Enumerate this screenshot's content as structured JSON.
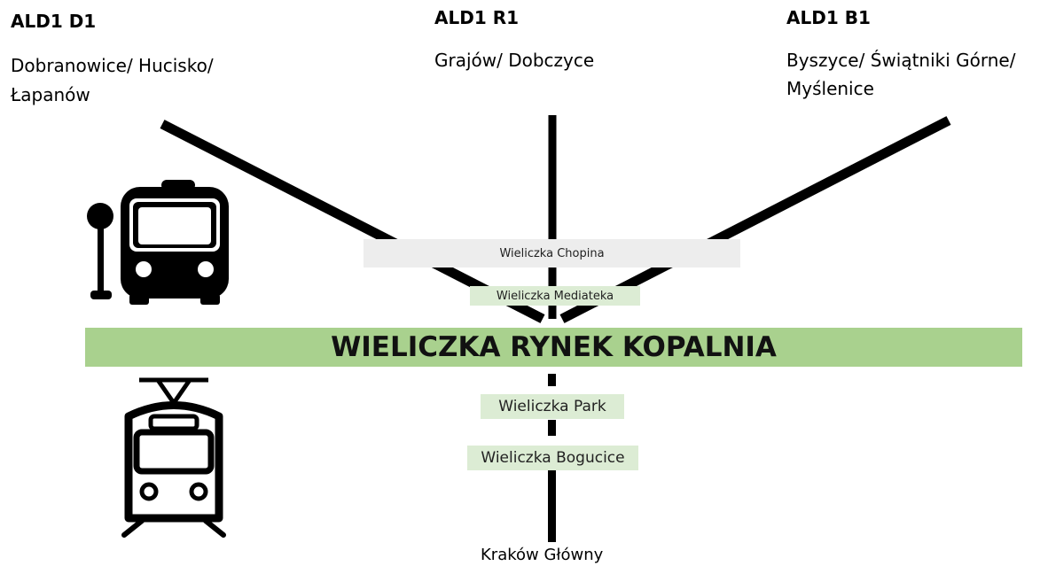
{
  "routes": [
    {
      "code": "ALD1 D1",
      "destinations": [
        "Dobranowice/ Hucisko/",
        "Łapanów"
      ]
    },
    {
      "code": "ALD1 R1",
      "destinations": [
        "Grajów/ Dobczyce"
      ]
    },
    {
      "code": "ALD1 B1",
      "destinations": [
        "Byszyce/ Świątniki Górne/",
        "Myślenice"
      ]
    }
  ],
  "stops_upper": {
    "first": "Wieliczka Chopina",
    "second": "Wieliczka Mediateka"
  },
  "hub": {
    "name": "WIELICZKA RYNEK KOPALNIA",
    "color": "#a9d18e"
  },
  "stops_lower": {
    "first": "Wieliczka Park",
    "second": "Wieliczka Bogucice"
  },
  "terminal": "Kraków Główny",
  "icons": [
    "bus-stop-icon",
    "tram-icon"
  ],
  "colors": {
    "line": "#000000",
    "stop_box_green": "#dcecd4",
    "stop_box_gray": "#ededed"
  }
}
